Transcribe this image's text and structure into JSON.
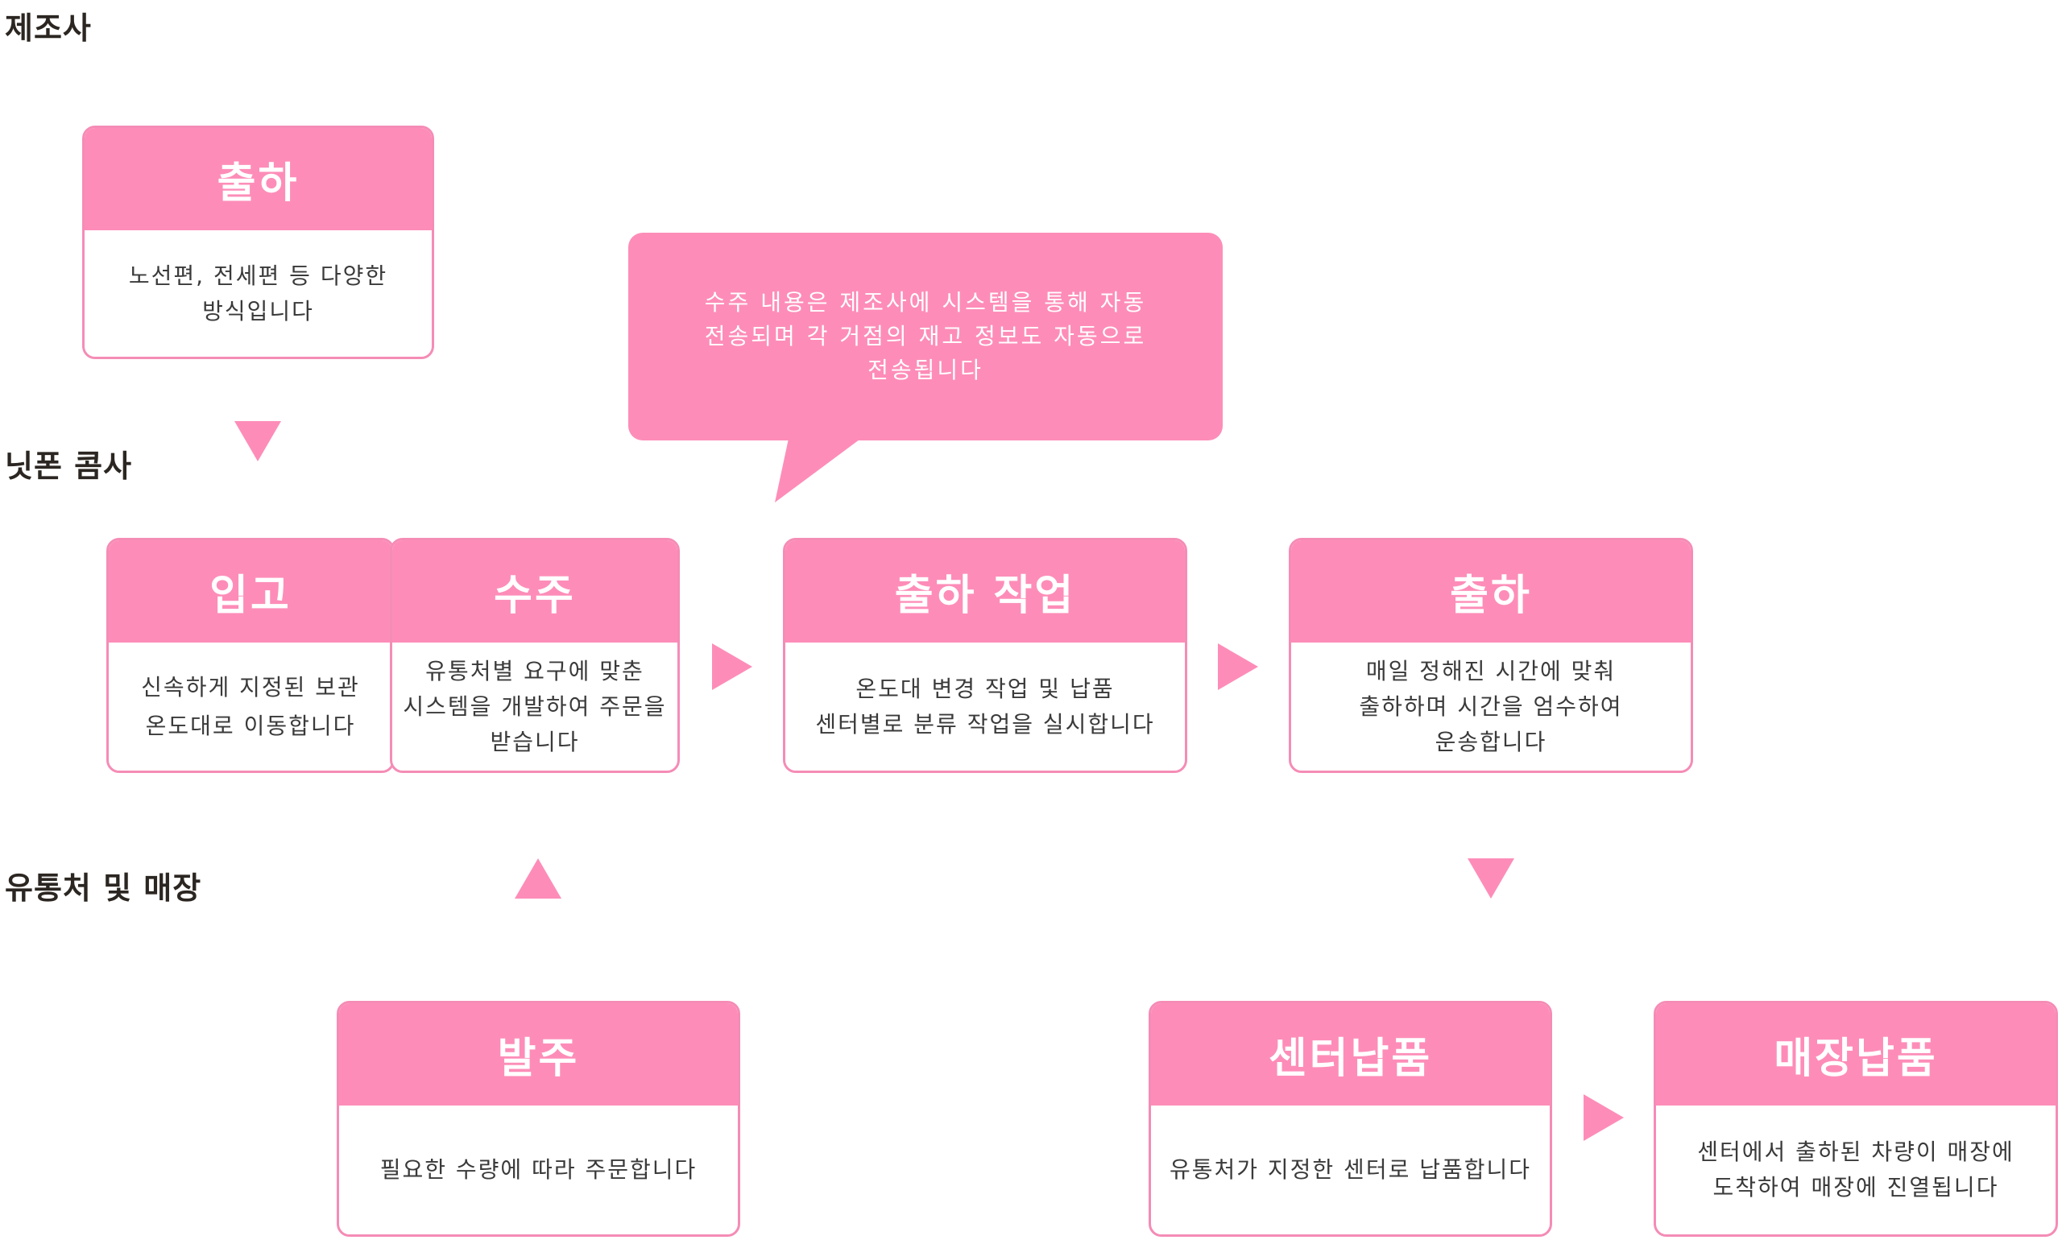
{
  "sections": {
    "manufacturer": "제조사",
    "nippon_comsa": "닛폰 콤사",
    "retail": "유통처 및 매장"
  },
  "cards": {
    "mfr_shipping": {
      "title": "출하",
      "lines": [
        "노선편, 전세편 등 다양한",
        "방식입니다"
      ]
    },
    "receiving": {
      "title": "입고",
      "lines": [
        "신속하게 지정된 보관",
        "온도대로 이동합니다"
      ]
    },
    "order_receipt": {
      "title": "수주",
      "lines": [
        "유통처별 요구에 맞춘",
        "시스템을 개발하여 주문을",
        "받습니다"
      ]
    },
    "shipping_work": {
      "title": "출하 작업",
      "lines": [
        "온도대 변경 작업 및 납품",
        "센터별로 분류 작업을 실시합니다"
      ]
    },
    "shipping": {
      "title": "출하",
      "lines": [
        "매일 정해진 시간에 맞춰",
        "출하하며 시간을 엄수하여",
        "운송합니다"
      ]
    },
    "ordering": {
      "title": "발주",
      "lines": [
        "필요한 수량에 따라 주문합니다"
      ]
    },
    "center_delivery": {
      "title": "센터납품",
      "lines": [
        "유통처가 지정한 센터로 납품합니다"
      ]
    },
    "store_delivery": {
      "title": "매장납품",
      "lines": [
        "센터에서 출하된 차량이 매장에",
        "도착하여 매장에 진열됩니다"
      ]
    }
  },
  "callout": {
    "lines": [
      "수주 내용은 제조사에 시스템을 통해 자동",
      "전송되며 각 거점의 재고 정보도 자동으로",
      "전송됩니다"
    ]
  },
  "colors": {
    "accent": "#fd8db8",
    "border": "#f58cb6",
    "label": "#2b2621",
    "body_text": "#3a3a3a"
  }
}
